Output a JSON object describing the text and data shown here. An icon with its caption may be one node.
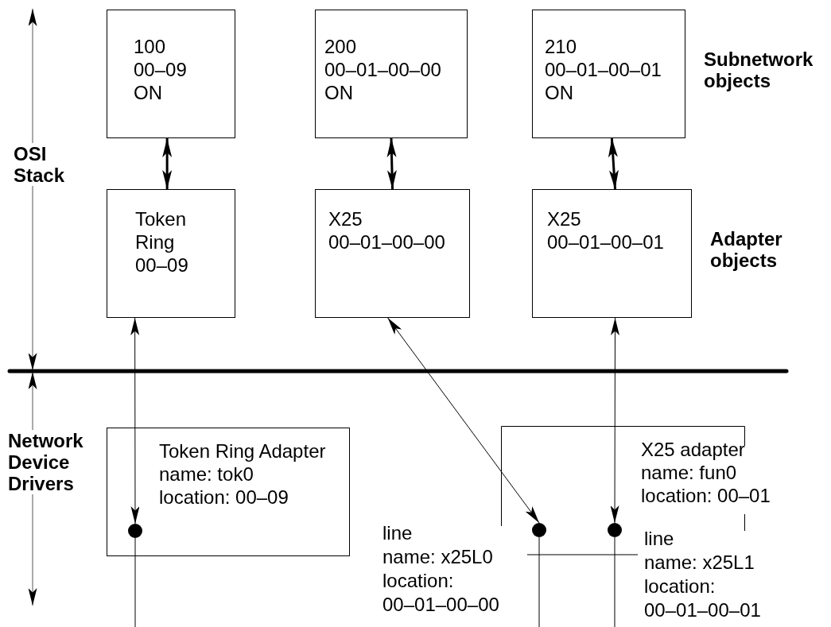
{
  "diagram": {
    "nodes": [
      {
        "text": [
          "100",
          "00–09",
          "ON"
        ]
      },
      {
        "text": [
          "200",
          "00–01–00–00",
          "ON"
        ]
      },
      {
        "text": [
          "210",
          "00–01–00–01",
          "ON"
        ]
      },
      {
        "text": [
          "Token",
          "Ring",
          "00–09"
        ]
      },
      {
        "text": [
          "X25",
          "00–01–00–00"
        ]
      },
      {
        "text": [
          "X25",
          "00–01–00–01"
        ]
      },
      {
        "text": [
          "Token Ring Adapter",
          "name: tok0",
          "location: 00–09"
        ]
      },
      {
        "text": [
          "X25 adapter",
          "name: fun0",
          "location: 00–01"
        ]
      },
      {
        "text": [],
        "shape": "circle",
        "in": 6
      },
      {
        "text": [],
        "shape": "circle"
      },
      {
        "text": [],
        "shape": "circle"
      }
    ],
    "edges": [
      {
        "from": 0,
        "to": 3,
        "arrow": "both",
        "style": "thick"
      },
      {
        "from": 1,
        "to": 4,
        "arrow": "both",
        "style": "thick"
      },
      {
        "from": 2,
        "to": 5,
        "arrow": "both",
        "style": "thick"
      },
      {
        "from": 8,
        "to": 3,
        "arrow": "both"
      },
      {
        "from": 9,
        "to": 4,
        "arrow": "both"
      },
      {
        "from": 10,
        "to": 5,
        "arrow": "both"
      },
      {
        "from": 8,
        "to": null,
        "arrow": "none"
      },
      {
        "from": 9,
        "to": null,
        "arrow": "none"
      },
      {
        "from": 10,
        "to": null,
        "arrow": "none"
      }
    ],
    "labels": [
      "Subnetwork objects",
      "OSI Stack",
      "Adapter objects",
      "Network Device Drivers",
      "line",
      "name: x25L0",
      "location: 00–01–00–00",
      "line",
      "name: x25L1",
      "location: 00–01–00–01"
    ]
  }
}
